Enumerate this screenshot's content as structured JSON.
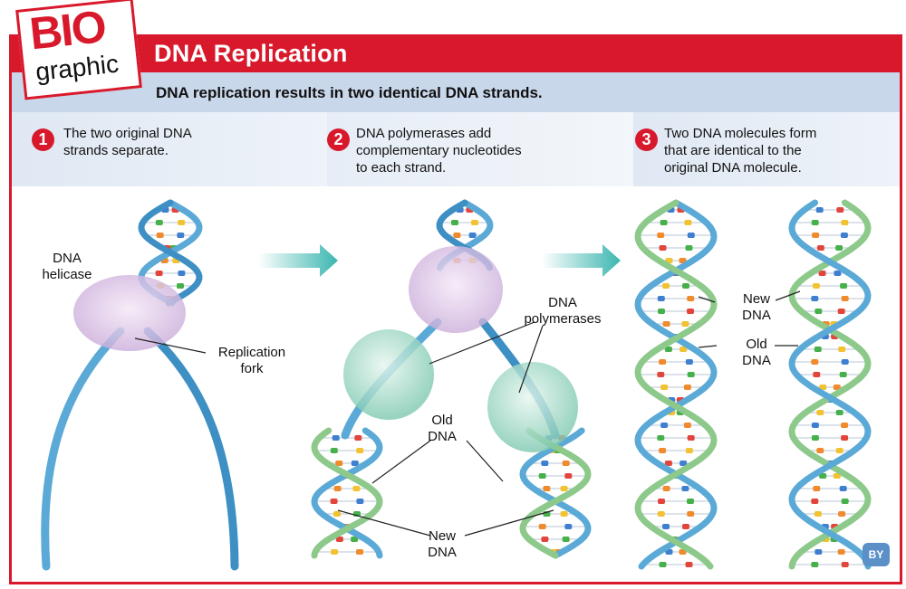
{
  "logo": {
    "top_text": "BIO",
    "bottom_text": "graphic"
  },
  "header": {
    "title": "DNA Replication",
    "subtitle": "DNA replication results in two identical DNA strands."
  },
  "steps": [
    {
      "number": "1",
      "text": "The two original DNA\nstrands separate."
    },
    {
      "number": "2",
      "text": "DNA polymerases add\ncomplementary nucleotides\nto each strand."
    },
    {
      "number": "3",
      "text": "Two DNA molecules form\nthat are identical to the\noriginal DNA molecule."
    }
  ],
  "labels": {
    "dna_helicase": "DNA\nhelicase",
    "replication_fork": "Replication\nfork",
    "dna_polymerases": "DNA\npolymerases",
    "old_dna_step2": "Old\nDNA",
    "new_dna_step2": "New\nDNA",
    "new_dna_step3": "New\nDNA",
    "old_dna_step3": "Old\nDNA"
  },
  "badge": "BY",
  "colors": {
    "accent_red": "#d8192c",
    "subtitle_band": "#c9d7ea",
    "old_strand": "#5aa9d6",
    "new_strand": "#8cc98a",
    "arrow": "#3bb6b0"
  }
}
